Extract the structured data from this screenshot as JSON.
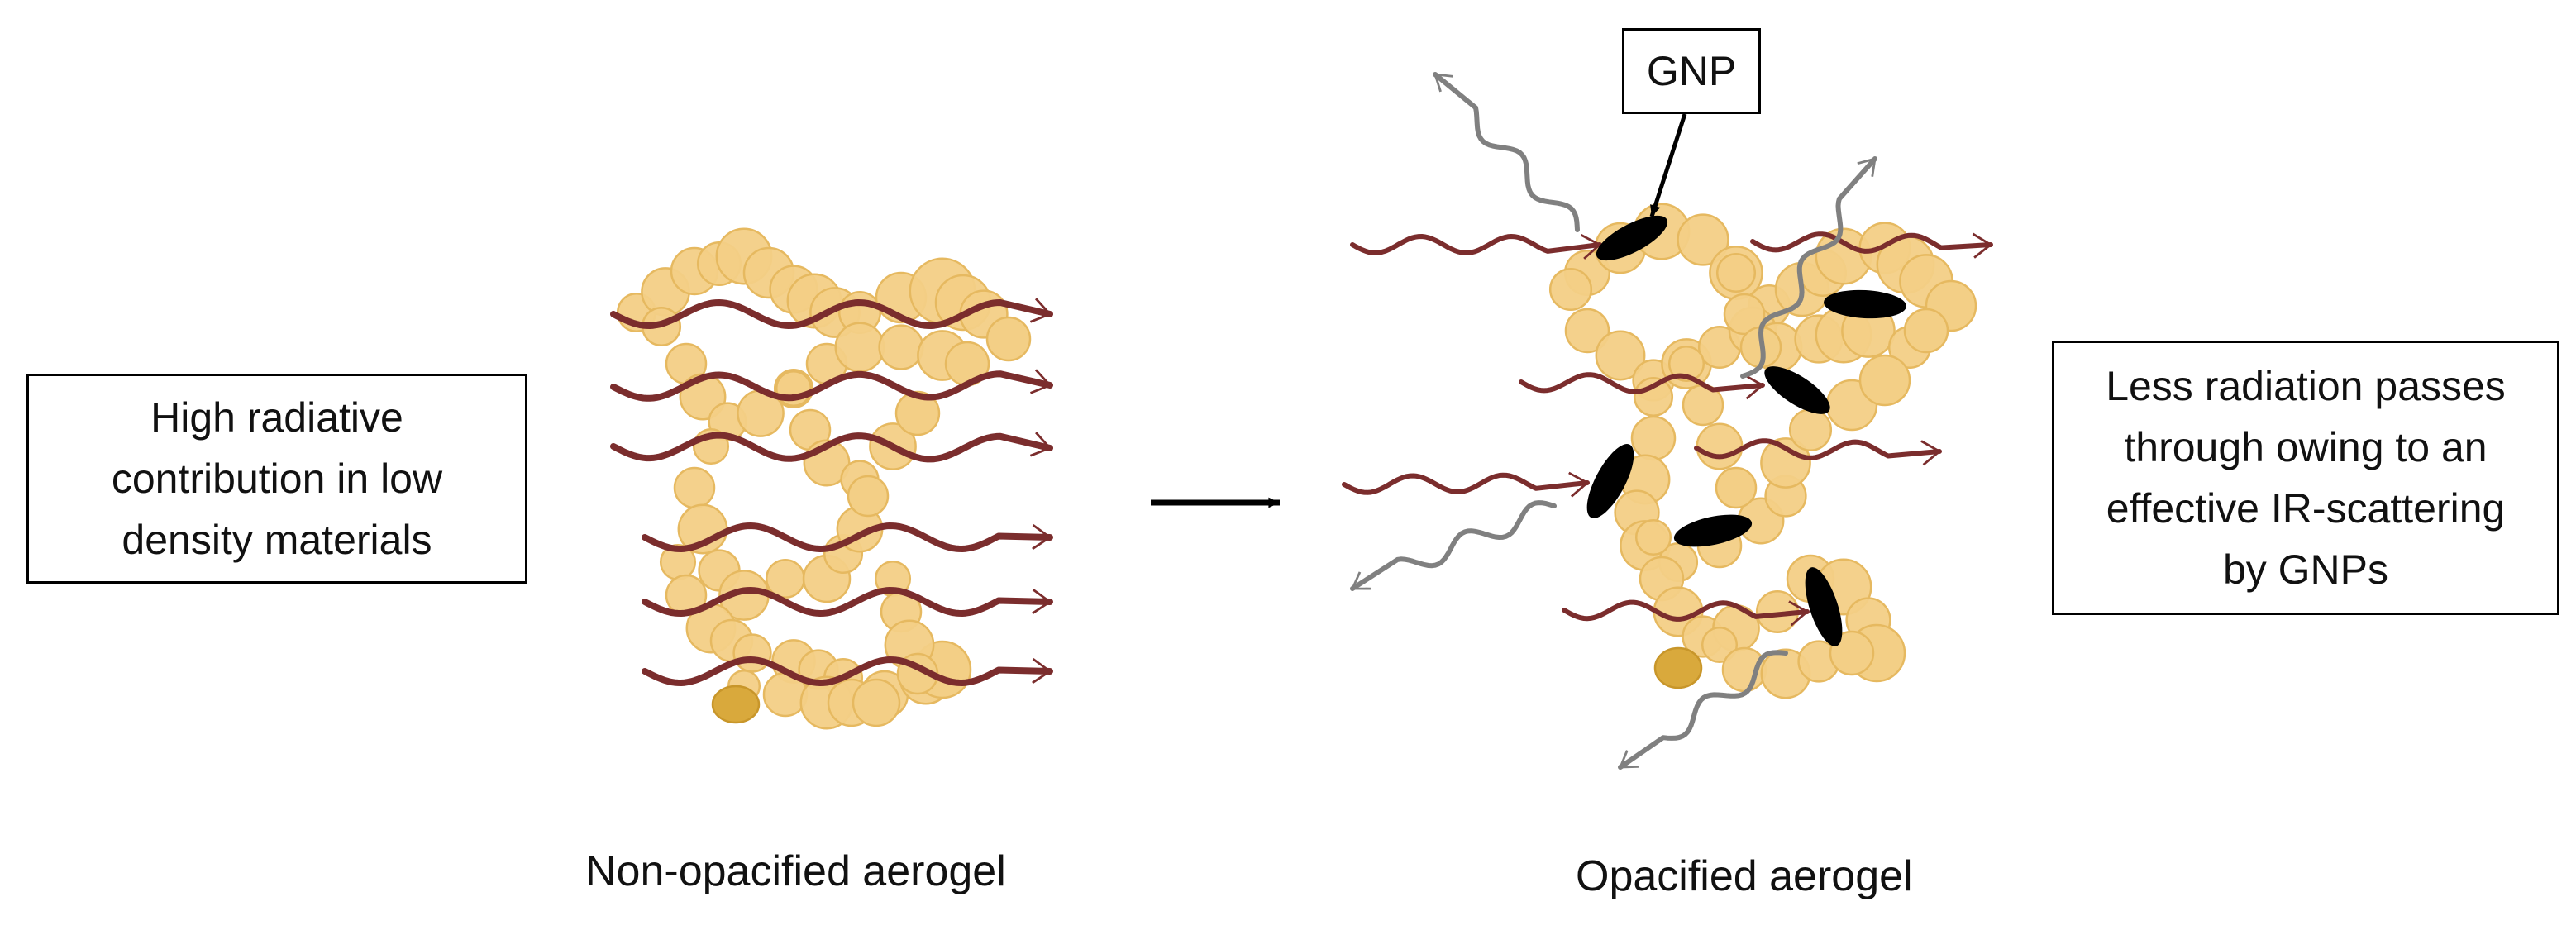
{
  "left_note": {
    "lines": [
      "High radiative",
      "contribution in low",
      "density materials"
    ]
  },
  "right_note": {
    "lines": [
      "Less radiation passes",
      "through owing to an",
      "effective IR-scattering",
      "by GNPs"
    ]
  },
  "gnp_label": "GNP",
  "captions": {
    "left": "Non-opacified aerogel",
    "right": "Opacified aerogel"
  },
  "colors": {
    "particle_fill": "#f3cf86",
    "particle_stroke": "#e6b960",
    "particle_dark": "#d9a93c",
    "ir_wave": "#7b2d2d",
    "scattered_wave": "#808080",
    "gnp": "#000000",
    "arrow": "#000000"
  },
  "icons": {
    "transition_arrow": "right-arrow-icon",
    "gnp_particle": "ellipse-icon"
  }
}
